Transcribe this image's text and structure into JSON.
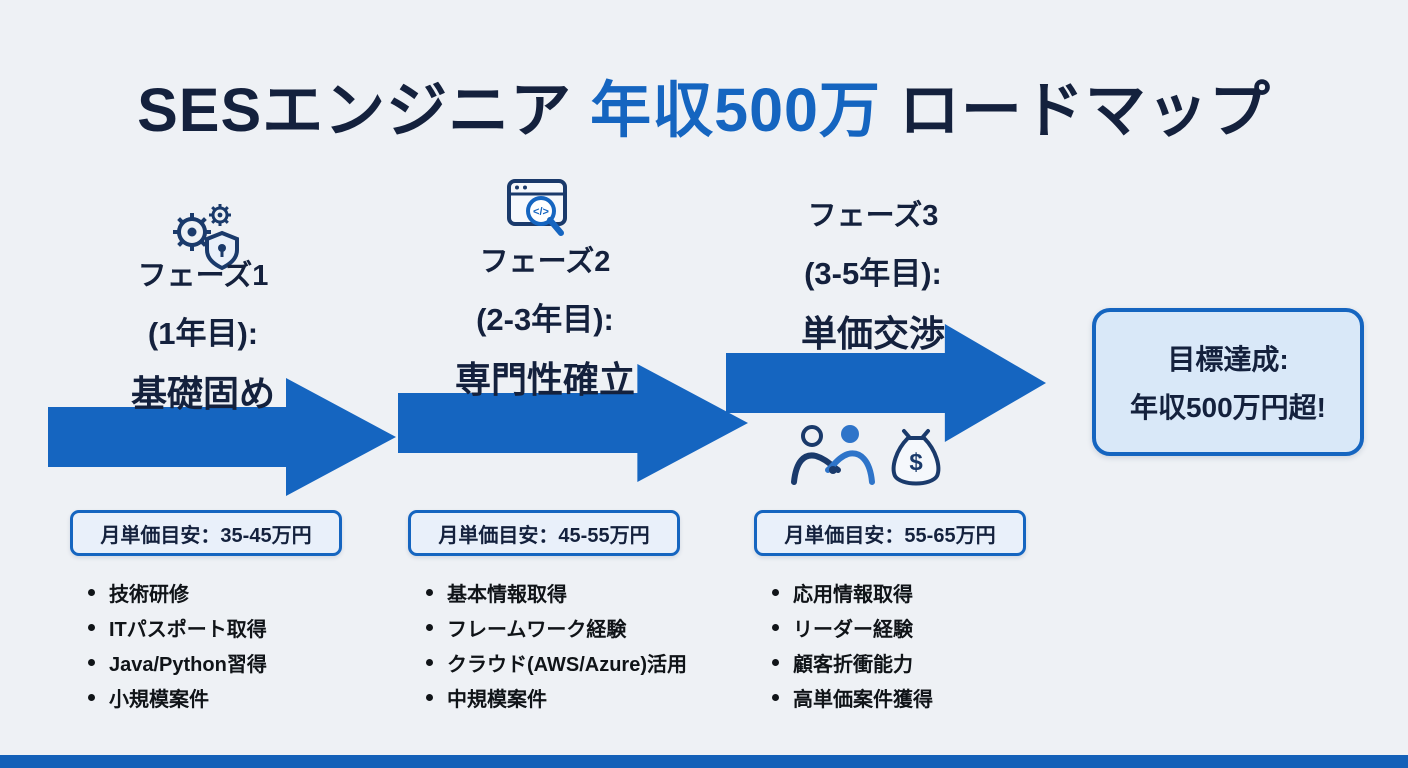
{
  "title": {
    "prefix": "SESエンジニア ",
    "highlight": "年収500万",
    "suffix": " ロードマップ"
  },
  "goal_box": {
    "line1": "目標達成:",
    "line2": "年収500万円超!"
  },
  "phases": [
    {
      "label": "フェーズ1",
      "period": "(1年目):",
      "theme": "基礎固め",
      "icon": "gears-shield-icon",
      "price_label": "月単価目安：35-45万円",
      "items": [
        "技術研修",
        "ITパスポート取得",
        "Java/Python習得",
        "小規模案件"
      ]
    },
    {
      "label": "フェーズ2",
      "period": "(2-3年目):",
      "theme": "専門性確立",
      "icon": "browser-search-code-icon",
      "price_label": "月単価目安：45-55万円",
      "items": [
        "基本情報取得",
        "フレームワーク経験",
        "クラウド(AWS/Azure)活用",
        "中規模案件"
      ]
    },
    {
      "label": "フェーズ3",
      "period": "(3-5年目):",
      "theme": "単価交渉",
      "icon": "handshake-moneybag-icon",
      "price_label": "月単価目安：55-65万円",
      "items": [
        "応用情報取得",
        "リーダー経験",
        "顧客折衝能力",
        "高単価案件獲得"
      ]
    }
  ],
  "colors": {
    "accent": "#1565c0",
    "arrow": "#1565c0",
    "dark": "#14213d",
    "bg": "#eef1f5",
    "box-fill": "#d9e8f8",
    "bottom-bar": "#1360b8"
  }
}
